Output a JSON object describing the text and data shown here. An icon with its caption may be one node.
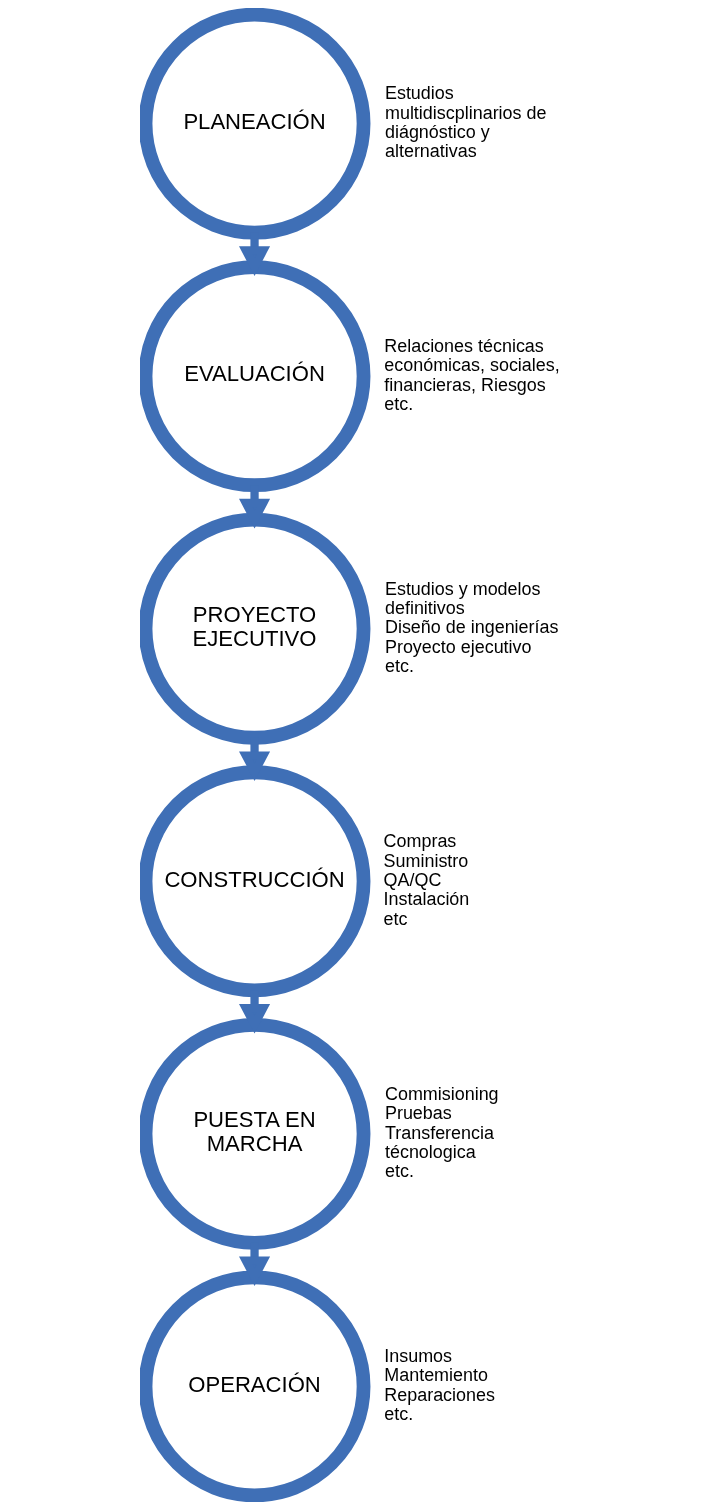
{
  "diagram": {
    "nodes": [
      {
        "text": [
          "PLANEACIÓN"
        ],
        "beside": [
          "Estudios multidiscplinarios de diágnóstico y alternativas"
        ]
      },
      {
        "text": [
          "EVALUACIÓN"
        ],
        "beside": [
          "Relaciones técnicas económicas, sociales, financieras, Riesgos etc."
        ]
      },
      {
        "text": [
          "PROYECTO EJECUTIVO"
        ],
        "beside": [
          "Estudios y modelos definitivos",
          "Diseño de ingenierías",
          "Proyecto ejecutivo",
          "etc."
        ]
      },
      {
        "text": [
          "CONSTRUCCIÓN"
        ],
        "beside": [
          "Compras",
          "Suministro",
          "QA/QC",
          "Instalación",
          "etc"
        ]
      },
      {
        "text": [
          "PUESTA EN MARCHA"
        ],
        "beside": [
          "Commisioning",
          "Pruebas",
          "Transferencia técnologica",
          "etc."
        ]
      },
      {
        "text": [
          "OPERACIÓN"
        ],
        "beside": [
          "Insumos",
          "Mantemiento",
          "Reparaciones",
          "etc."
        ]
      }
    ],
    "edges": [
      {
        "from": 0,
        "to": 1,
        "arrow": "to"
      },
      {
        "from": 1,
        "to": 2,
        "arrow": "to"
      },
      {
        "from": 2,
        "to": 3,
        "arrow": "to"
      },
      {
        "from": 3,
        "to": 4,
        "arrow": "to"
      },
      {
        "from": 4,
        "to": 5,
        "arrow": "to"
      }
    ]
  }
}
